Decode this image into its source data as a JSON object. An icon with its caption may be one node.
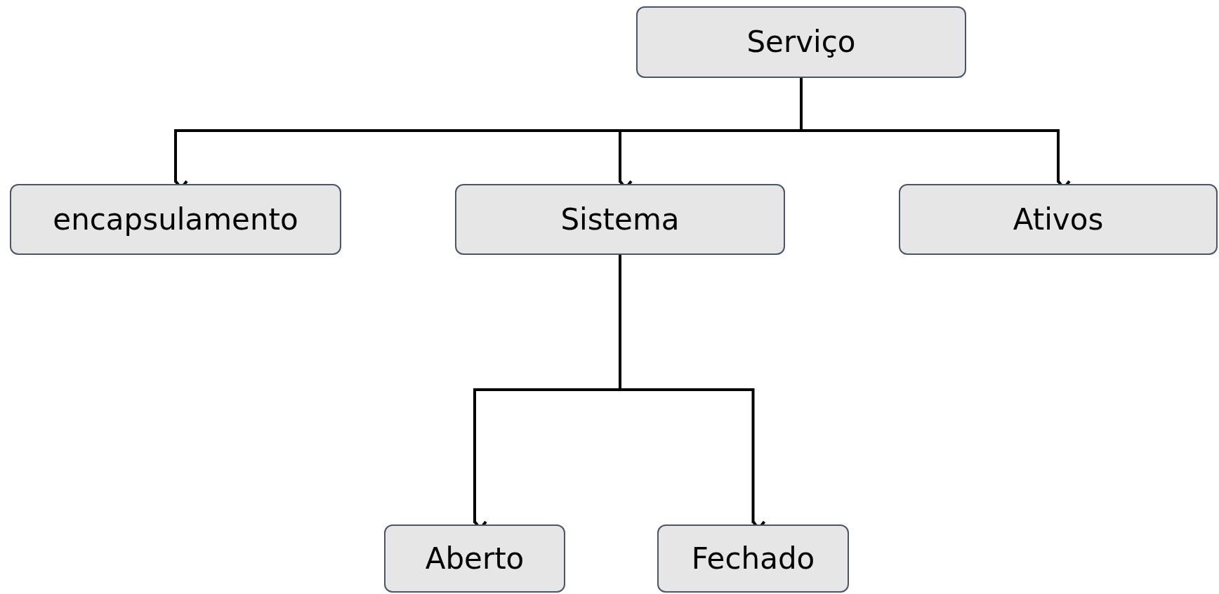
{
  "diagram": {
    "nodes": [
      {
        "text": [
          "Serviço"
        ]
      },
      {
        "text": [
          "encapsulamento"
        ]
      },
      {
        "text": [
          "Sistema"
        ]
      },
      {
        "text": [
          "Ativos"
        ]
      },
      {
        "text": [
          "Aberto"
        ]
      },
      {
        "text": [
          "Fechado"
        ]
      }
    ],
    "edges": [
      {
        "from": 0,
        "to": 1,
        "arrow": "to"
      },
      {
        "from": 0,
        "to": 2,
        "arrow": "to"
      },
      {
        "from": 0,
        "to": 3,
        "arrow": "to"
      },
      {
        "from": 2,
        "to": 4,
        "arrow": "to"
      },
      {
        "from": 2,
        "to": 5,
        "arrow": "to"
      }
    ]
  }
}
